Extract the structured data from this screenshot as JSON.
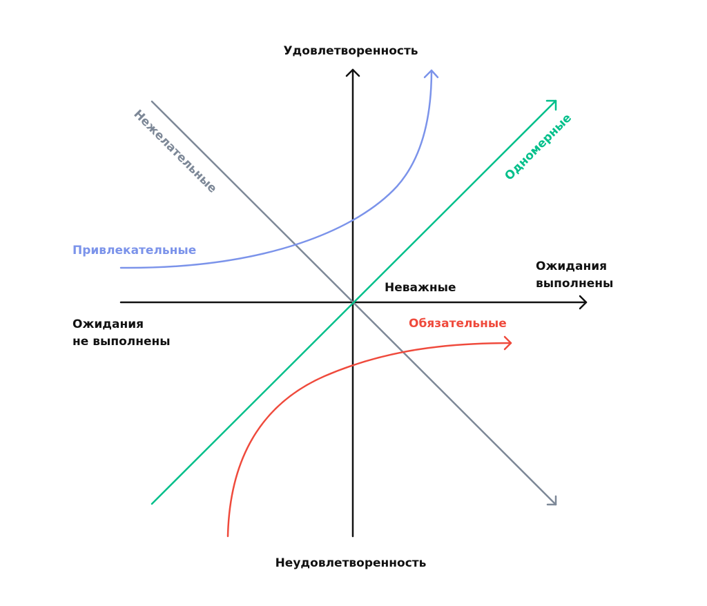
{
  "colors": {
    "axis": "#111111",
    "attractive": "#7b93ea",
    "one_dimensional": "#00bf8a",
    "reverse": "#7d8897",
    "must_be": "#ef4a3c"
  },
  "axes": {
    "y_top": "Удовлетворенность",
    "y_bottom": "Неудовлетворенность",
    "x_right_line1": "Ожидания",
    "x_right_line2": "выполнены",
    "x_left_line1": "Ожидания",
    "x_left_line2": "не выполнены"
  },
  "categories": {
    "indifferent": "Неважные",
    "must_be": "Обязательные",
    "attractive": "Привлекательные",
    "reverse": "Нежелательные",
    "one_dimensional": "Одномерные"
  }
}
